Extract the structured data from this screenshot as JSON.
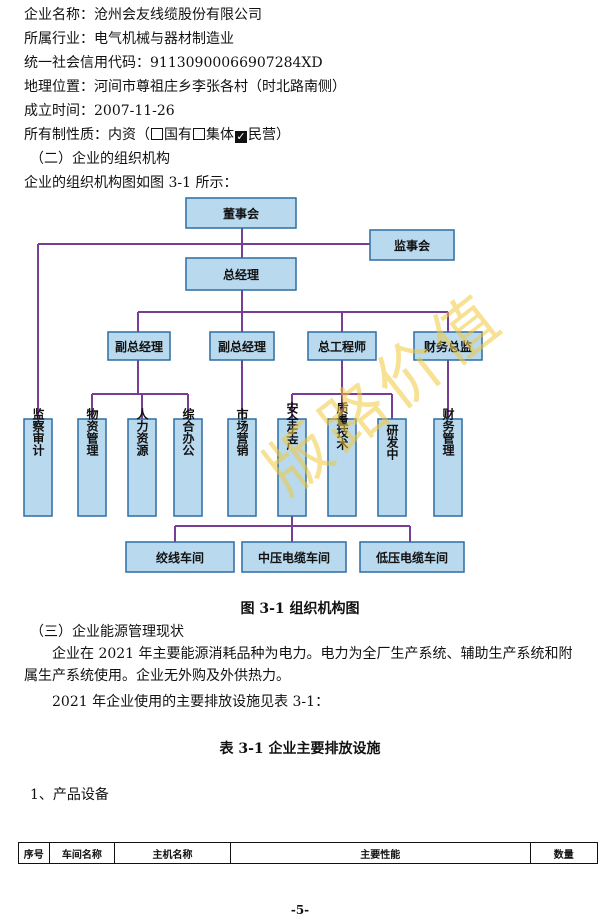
{
  "info": {
    "company_label": "企业名称：",
    "company_value": "沧州会友线缆股份有限公司",
    "industry_label": "所属行业：",
    "industry_value": "电气机械与器材制造业",
    "credit_label": "统一社会信用代码：",
    "credit_value": "91130900066907284XD",
    "location_label": "地理位置：",
    "location_value": "河间市尊祖庄乡李张各村（时北路南侧）",
    "founded_label": "成立时间：",
    "founded_value": "2007-11-26",
    "ownership_label": "所有制性质：",
    "ownership_prefix": "内资（",
    "opt_state": "国有",
    "opt_collective": "集体",
    "opt_private": "民营",
    "ownership_suffix": "）"
  },
  "section2_title": "（二）企业的组织机构",
  "org_intro": "企业的组织机构图如图 3-1 所示：",
  "org": {
    "board": "董事会",
    "supervisors": "监事会",
    "gm": "总经理",
    "vp1": "副总经理",
    "vp2": "副总经理",
    "chief_engineer": "总工程师",
    "finance_director": "财务总监",
    "depts": [
      "监察审计",
      "物资管理",
      "人力资源",
      "综合办公",
      "市场营销",
      "安全生产",
      "质量技术",
      "研发中",
      "财务管理"
    ],
    "workshops": [
      "绞线车间",
      "中压电缆车间",
      "低压电缆车间"
    ]
  },
  "watermark": "版路价值",
  "fig_caption": "图 3-1 组织机构图",
  "section3_title": "（三）企业能源管理现状",
  "energy_para": "企业在 2021 年主要能源消耗品种为电力。电力为全厂生产系统、辅助生产系统和附属生产系统使用。企业无外购及外供热力。",
  "equip_intro": "2021 年企业使用的主要排放设施见表 3-1：",
  "table_caption": "表 3-1  企业主要排放设施",
  "product_equip": "1、产品设备",
  "table_headers": [
    "序号",
    "车间名称",
    "主机名称",
    "主要性能",
    "数量"
  ],
  "page_number": "-5-",
  "colors": {
    "box_fill": "#b9d9ee",
    "box_stroke": "#2d6da3",
    "line": "#7a3d95",
    "watermark": "#f0c83c"
  }
}
